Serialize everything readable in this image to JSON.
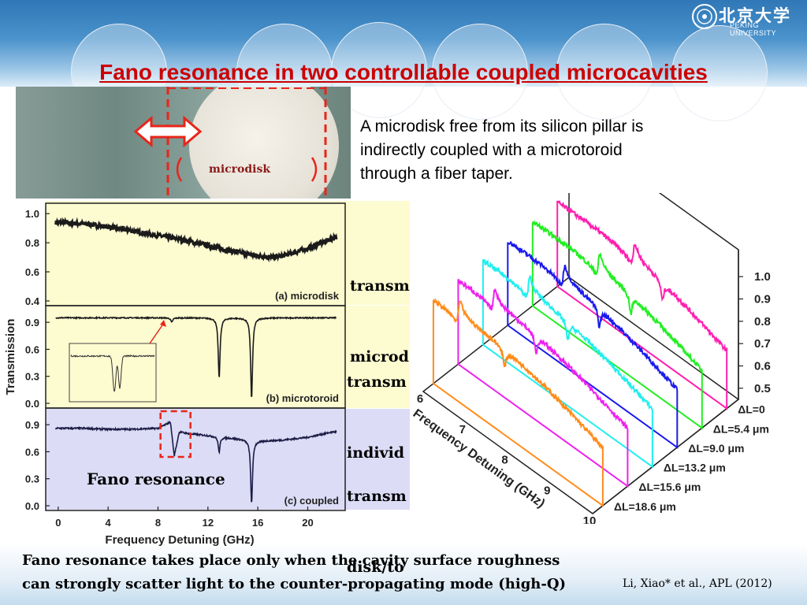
{
  "title": "Fano resonance in two controllable coupled microcavities",
  "logo": {
    "text": "北京大学",
    "sub": "PEKING UNIVERSITY"
  },
  "photo": {
    "label": "microdisk"
  },
  "description": [
    "A microdisk free from its silicon pillar is",
    "indirectly coupled with a microtoroid",
    "through a fiber taper."
  ],
  "side_text": {
    "a": [
      "transm",
      "microd"
    ],
    "b": [
      "transm",
      "individ"
    ],
    "c": [
      "transm",
      "disk/to"
    ]
  },
  "fano_label": "Fano resonance",
  "caption": [
    "Fano resonance takes place only when the cavity surface roughness",
    "can strongly scatter light to the counter-propagating mode (high-Q)"
  ],
  "citation": "Li, Xiao* et al., APL (2012)",
  "colors": {
    "title": "#cc0000",
    "arrow": "#e8251a",
    "panel_a": "#fdfbd0",
    "panel_c": "#dcdcf6",
    "trace": "#1b1b1b"
  },
  "chart_data": [
    {
      "type": "line",
      "panel": "(a) microdisk",
      "xlabel": "Frequency Detuning (GHz)",
      "ylabel": "Transmission",
      "xlim": [
        -1,
        23
      ],
      "ylim": [
        0.4,
        1.05
      ],
      "yticks": [
        "1.0",
        "0.8",
        "0.6",
        "0.4"
      ],
      "x": [
        0,
        2,
        4,
        6,
        8,
        10,
        12,
        14,
        16,
        17,
        18,
        20,
        22
      ],
      "y": [
        0.94,
        0.93,
        0.91,
        0.88,
        0.85,
        0.82,
        0.78,
        0.74,
        0.71,
        0.7,
        0.71,
        0.76,
        0.83
      ]
    },
    {
      "type": "line",
      "panel": "(b) microtoroid",
      "xlim": [
        -1,
        23
      ],
      "ylim": [
        0,
        1.05
      ],
      "yticks": [
        "0.9",
        "0.6",
        "0.3",
        "0.0"
      ],
      "baseline": 0.95,
      "dips": [
        {
          "x": 9.1,
          "depth": 0.9
        },
        {
          "x": 12.9,
          "depth": 0.28
        },
        {
          "x": 15.5,
          "depth": 0.05
        }
      ],
      "inset": true
    },
    {
      "type": "line",
      "panel": "(c) coupled",
      "xlim": [
        -1,
        23
      ],
      "ylim": [
        0,
        1.05
      ],
      "yticks": [
        "0.9",
        "0.6",
        "0.3",
        "0.0"
      ],
      "xticks": [
        "0",
        "4",
        "8",
        "12",
        "16",
        "20"
      ],
      "x": [
        0,
        2,
        4,
        6,
        8,
        9.0,
        9.3,
        9.7,
        10.5,
        12,
        14,
        16,
        18,
        20,
        22
      ],
      "y": [
        0.86,
        0.86,
        0.85,
        0.85,
        0.86,
        0.93,
        0.55,
        0.82,
        0.8,
        0.78,
        0.75,
        0.72,
        0.73,
        0.76,
        0.82
      ],
      "dips": [
        {
          "x": 12.9,
          "depth": 0.58
        },
        {
          "x": 15.5,
          "depth": 0.05
        }
      ]
    },
    {
      "type": "line",
      "panel": "3d",
      "xlabel": "Frequency Detuning (GHz)",
      "xticks": [
        "6",
        "7",
        "8",
        "9",
        "10"
      ],
      "zticks": [
        "1.0",
        "0.9",
        "0.8",
        "0.7",
        "0.6",
        "0.5"
      ],
      "series": [
        {
          "name": "ΔL=0",
          "color": "#ff1fb0"
        },
        {
          "name": "ΔL=5.4 μm",
          "color": "#22ee22"
        },
        {
          "name": "ΔL=9.0 μm",
          "color": "#1a1aee"
        },
        {
          "name": "ΔL=13.2 μm",
          "color": "#22eeee"
        },
        {
          "name": "ΔL=15.6 μm",
          "color": "#ee22ee"
        },
        {
          "name": "ΔL=18.6 μm",
          "color": "#ff8c1a"
        }
      ]
    }
  ]
}
